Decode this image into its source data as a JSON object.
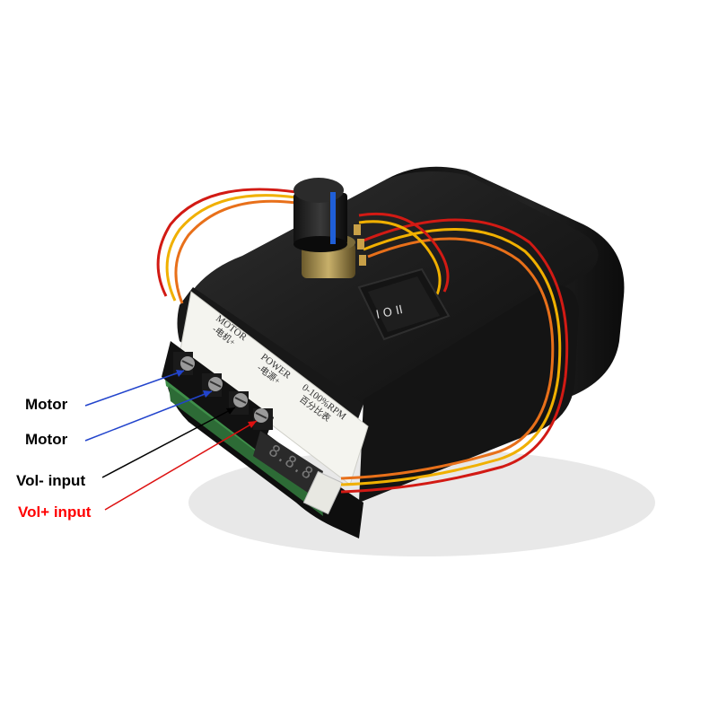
{
  "labels": {
    "motor_1": "Motor",
    "motor_2": "Motor",
    "vol_minus": "Vol- input",
    "vol_plus": "Vol+ input"
  },
  "panel": {
    "motor_en": "MOTOR",
    "motor_cn": "-电机+",
    "power_en": "POWER",
    "power_cn": "-电源+",
    "rpm_en": "0-100%RPM",
    "rpm_cn": "百分比表"
  },
  "switch": {
    "glyph": "I O II"
  },
  "colors": {
    "label_black": "#000000",
    "label_red": "#ff0000",
    "arrow_blue": "#2244cc",
    "arrow_black": "#000000",
    "arrow_red": "#dd1111",
    "case": "#1a1a1a",
    "knob_stripe": "#1f5fd8",
    "wire_red": "#d21a14",
    "wire_yellow": "#f0b000",
    "wire_orange": "#e8701a",
    "panel_bg": "#f4f4ef"
  },
  "icons": {
    "knob": "potentiometer-knob-icon",
    "switch": "rocker-switch-icon",
    "display": "seven-segment-display-icon"
  }
}
